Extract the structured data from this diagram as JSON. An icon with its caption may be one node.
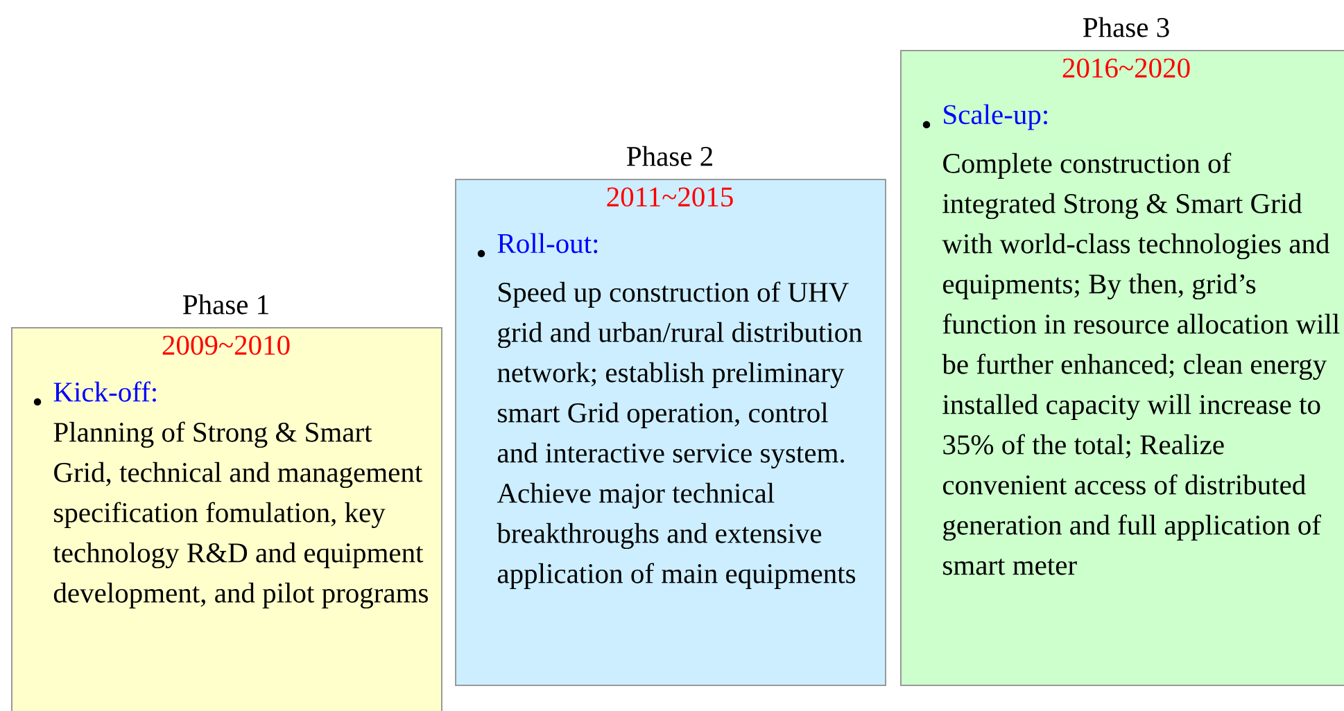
{
  "diagram": {
    "nodes": [
      {
        "text": [
          "Phase 1",
          "2009~2010",
          "Kick-off:",
          "Planning of Strong & Smart Grid, technical and management specification fomulation, key technology R&D and equipment development, and pilot programs"
        ]
      },
      {
        "text": [
          "Phase 2",
          "2011~2015",
          "Roll-out:",
          "Speed up construction of UHV grid and urban/rural distribution network; establish preliminary smart Grid operation, control and interactive service system. Achieve major technical breakthroughs and extensive application of main equipments"
        ]
      },
      {
        "text": [
          "Phase 3",
          "2016~2020",
          "Scale-up:",
          "Complete construction of integrated Strong & Smart Grid with world-class technologies and equipments; By then, grid’s function in resource allocation will be further enhanced; clean energy installed capacity will increase to 35% of the total; Realize convenient access of distributed generation and full application of smart meter"
        ]
      }
    ]
  }
}
